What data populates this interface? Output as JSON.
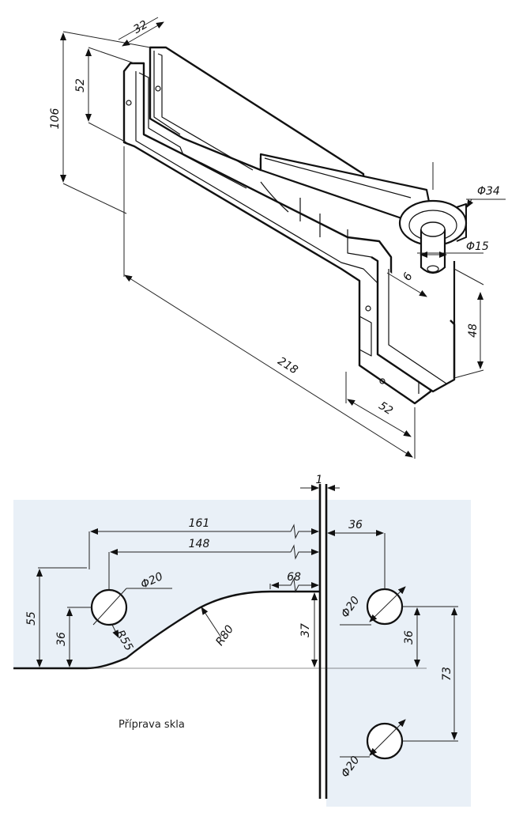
{
  "colors": {
    "line": "#111111",
    "glass": "#e9f0f7",
    "thin": "#333333"
  },
  "isometric": {
    "dims": {
      "height_total": "106",
      "height_body": "52",
      "width_top": "32",
      "length_total": "218",
      "length_lower": "52",
      "arm_height": "48",
      "thickness": "6",
      "pin_diameter": "Φ15",
      "hub_diameter": "Φ34"
    }
  },
  "preparation": {
    "caption": "Příprava skla",
    "dims": {
      "gap": "1",
      "hole1_x": "161",
      "hole2_x": "148",
      "cut_top": "68",
      "left_h55": "55",
      "left_h36": "36",
      "hole_left_d": "Φ20",
      "radius_small": "R55",
      "radius_large": "R80",
      "cut_depth": "37",
      "right_offset": "36",
      "right_hole_top_d": "Φ20",
      "right_h36": "36",
      "right_h73": "73",
      "right_hole_bottom_d": "Φ20"
    }
  }
}
